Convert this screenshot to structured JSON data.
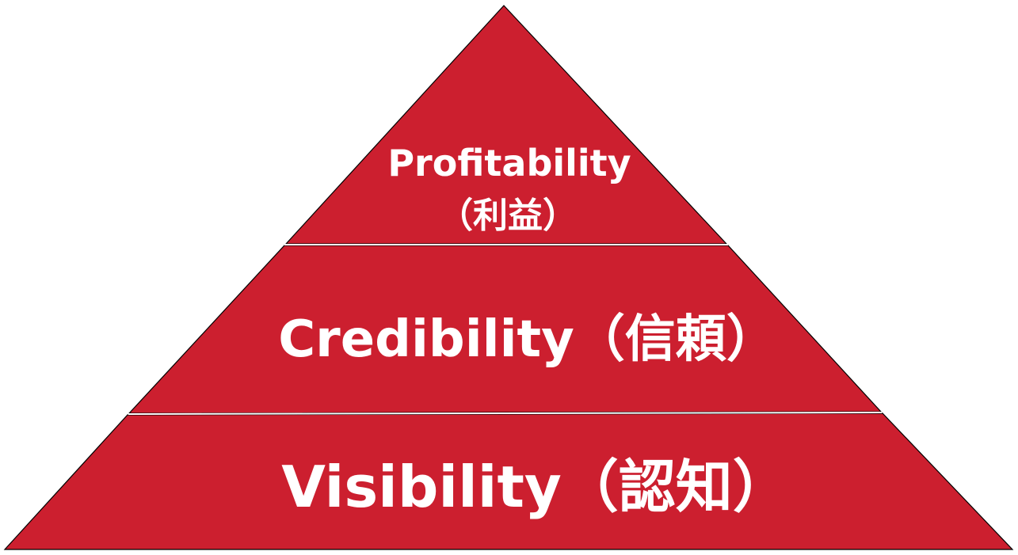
{
  "pyramid": {
    "fill_color": "#CC1F2F",
    "outline_color": "#000000",
    "divider_color": "#ffffff",
    "tiers": [
      {
        "label_line1": "Profitability",
        "label_line2": "（利益）"
      },
      {
        "label": "Credibility（信頼）"
      },
      {
        "label": "Visibility（認知）"
      }
    ]
  }
}
